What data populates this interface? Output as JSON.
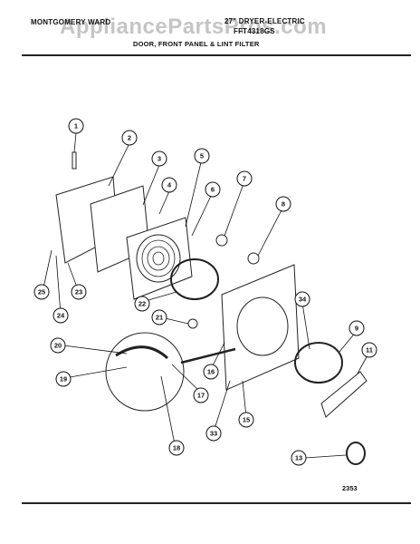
{
  "header": {
    "brand": "MONTGOMERY WARD",
    "model_line1": "27\" DRYER-ELECTRIC",
    "model_line2": "FFT4318GS",
    "section_title": "DOOR, FRONT PANEL & LINT FILTER"
  },
  "watermark": "AppliancePartsPros.com",
  "diagram_code": "2353",
  "callouts": [
    {
      "id": "1",
      "label": "1"
    },
    {
      "id": "2",
      "label": "2"
    },
    {
      "id": "3",
      "label": "3"
    },
    {
      "id": "4",
      "label": "4"
    },
    {
      "id": "5",
      "label": "5"
    },
    {
      "id": "6",
      "label": "6"
    },
    {
      "id": "7",
      "label": "7"
    },
    {
      "id": "8",
      "label": "8"
    },
    {
      "id": "9",
      "label": "9"
    },
    {
      "id": "11",
      "label": "11"
    },
    {
      "id": "13",
      "label": "13"
    },
    {
      "id": "15",
      "label": "15"
    },
    {
      "id": "16",
      "label": "16"
    },
    {
      "id": "17",
      "label": "17"
    },
    {
      "id": "18",
      "label": "18"
    },
    {
      "id": "19",
      "label": "19"
    },
    {
      "id": "20",
      "label": "20"
    },
    {
      "id": "21",
      "label": "21"
    },
    {
      "id": "22",
      "label": "22"
    },
    {
      "id": "23",
      "label": "23"
    },
    {
      "id": "24",
      "label": "24"
    },
    {
      "id": "25",
      "label": "25"
    },
    {
      "id": "33",
      "label": "33"
    },
    {
      "id": "34",
      "label": "34"
    }
  ]
}
